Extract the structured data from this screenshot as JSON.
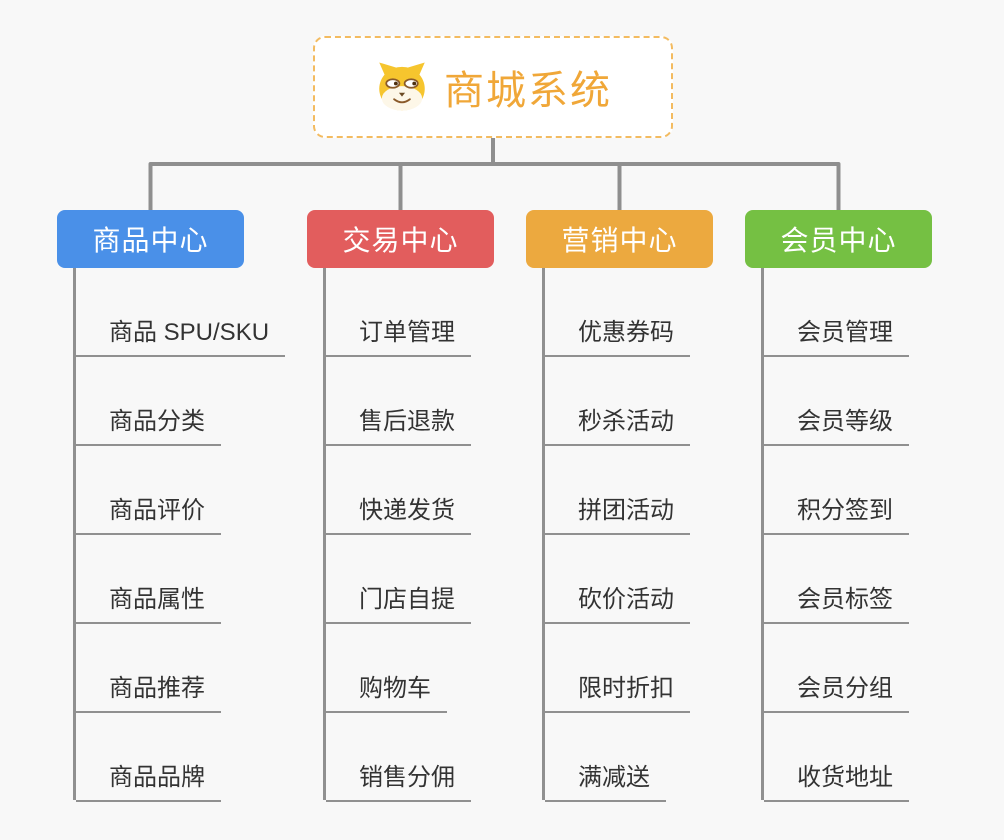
{
  "page": {
    "background_color": "#f8f8f8",
    "connector_color": "#8f8f8f"
  },
  "root": {
    "title": "商城系统",
    "icon": "dog-face-icon",
    "title_color": "#f0a738",
    "border_color": "#f3bb60"
  },
  "branches": [
    {
      "label": "商品中心",
      "color": "#4a90e8",
      "items": [
        "商品 SPU/SKU",
        "商品分类",
        "商品评价",
        "商品属性",
        "商品推荐",
        "商品品牌"
      ]
    },
    {
      "label": "交易中心",
      "color": "#e25d5d",
      "items": [
        "订单管理",
        "售后退款",
        "快递发货",
        "门店自提",
        "购物车",
        "销售分佣"
      ]
    },
    {
      "label": "营销中心",
      "color": "#eca93f",
      "items": [
        "优惠券码",
        "秒杀活动",
        "拼团活动",
        "砍价活动",
        "限时折扣",
        "满减送"
      ]
    },
    {
      "label": "会员中心",
      "color": "#75c043",
      "items": [
        "会员管理",
        "会员等级",
        "积分签到",
        "会员标签",
        "会员分组",
        "收货地址"
      ]
    }
  ]
}
